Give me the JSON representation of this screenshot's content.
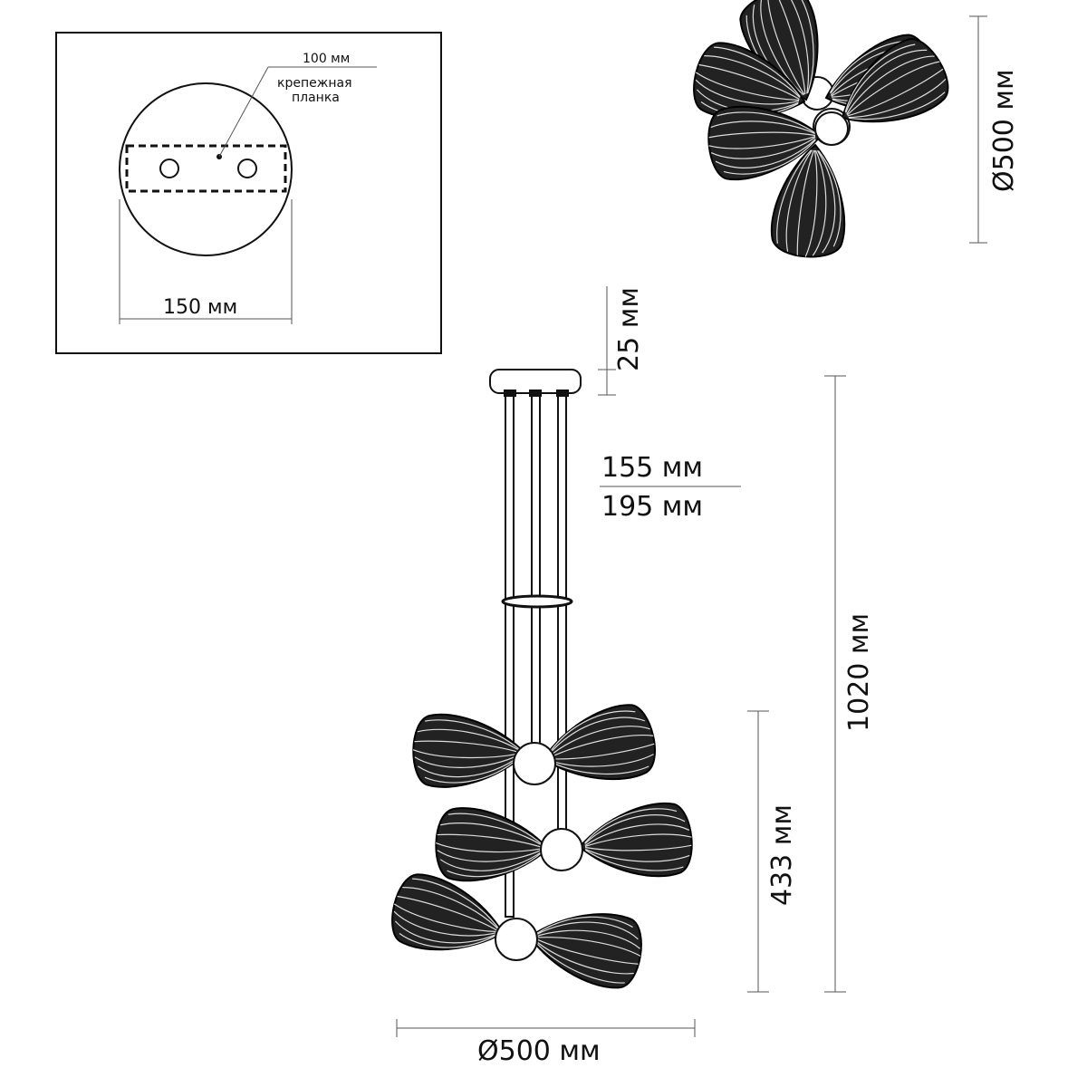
{
  "inset": {
    "bar_length_label": "100 мм",
    "bar_name_line1": "крепежная",
    "bar_name_line2": "планка",
    "base_diameter_label": "150 мм"
  },
  "top_view": {
    "diameter_label": "Ø500 мм"
  },
  "front_view": {
    "canopy_height_label": "25 мм",
    "rod_lengths_top": "155 мм",
    "rod_lengths_bottom": "195 мм",
    "total_height_label": "1020 мм",
    "cluster_height_label": "433 мм",
    "width_label": "Ø500 мм"
  }
}
